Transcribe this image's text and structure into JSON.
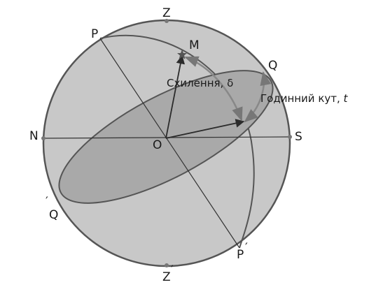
{
  "labels": {
    "zenith": "Z",
    "nadir": "Z",
    "nadir_prime": "′",
    "north": "N",
    "south": "S",
    "pole": "P",
    "pole_south": "P",
    "pole_south_prime": "′",
    "equator_q": "Q",
    "equator_q_south": "Q",
    "equator_q_south_prime": "′",
    "center": "O",
    "star": "M",
    "declination": "Схилення, δ",
    "hour_angle_text": "Годинний кут, ",
    "hour_angle_symbol": "t"
  },
  "colors": {
    "sphere_fill": "#c8c8c8",
    "equator_fill": "#a9a9a9",
    "outline": "#555555",
    "line": "#2b2b2b",
    "marker": "#777777",
    "star": "#555555"
  }
}
